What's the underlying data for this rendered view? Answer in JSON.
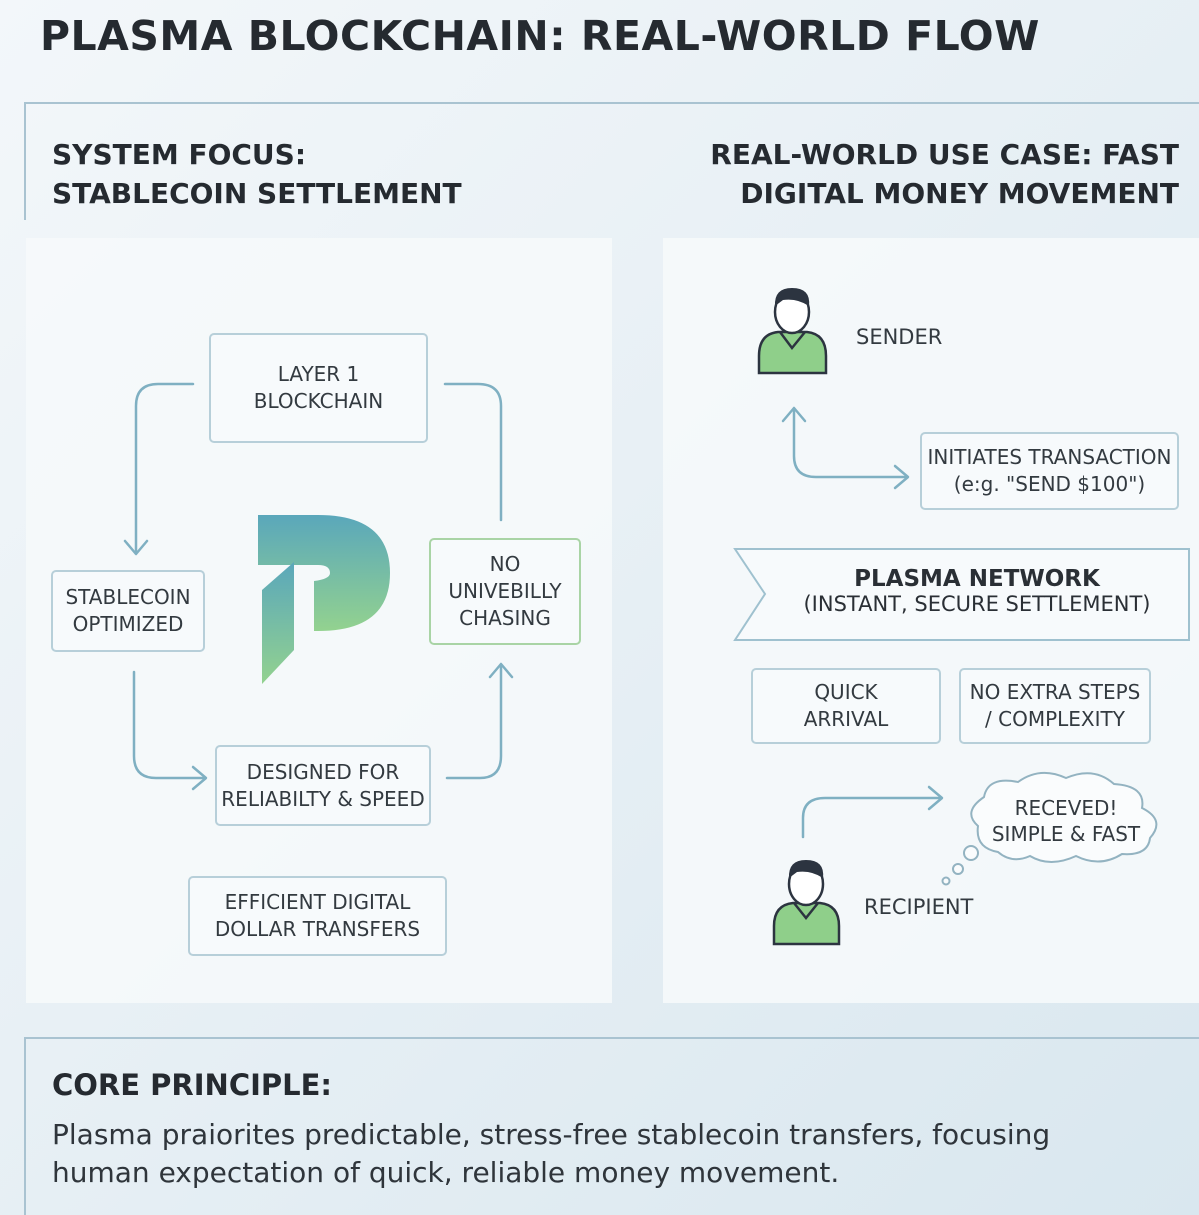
{
  "title": "PLASMA BLOCKCHAIN: REAL-WORLD FLOW",
  "left_section": {
    "heading": [
      "SYSTEM FOCUS:",
      "STABLECOIN SETTLEMENT"
    ],
    "boxes": {
      "layer1": [
        "LAYER 1",
        "BLOCKCHAIN"
      ],
      "stablecoin": [
        "STABLECOIN",
        "OPTIMIZED"
      ],
      "no_chasing": [
        "NO",
        "UNIVEBILLY",
        "CHASING"
      ],
      "designed": [
        "DESIGNED FOR",
        "RELIABILTY & SPEED"
      ],
      "efficient": [
        "EFFICIENT DIGITAL",
        "DOLLAR TRANSFERS"
      ]
    },
    "colors": {
      "logo_top": "#5aa7bb",
      "logo_bottom": "#8fd08f",
      "green_border": "#a9d4a5"
    }
  },
  "right_section": {
    "heading": [
      "REAL-WORLD USE CASE: FAST",
      "DIGITAL MONEY MOVEMENT"
    ],
    "sender_label": "SENDER",
    "initiates": [
      "INITIATES TRANSACTION",
      "(e:g. \"SEND $100\")"
    ],
    "network_title": "PLASMA NETWORK",
    "network_sub": "(INSTANT, SECURE SETTLEMENT)",
    "quick": [
      "QUICK",
      "ARRIVAL"
    ],
    "no_extra": [
      "NO EXTRA STEPS",
      "/ COMPLEXITY"
    ],
    "cloud": [
      "RECEVED!",
      "SIMPLE & FAST"
    ],
    "recipient_label": "RECIPIENT",
    "colors": {
      "person_body": "#8fcf8a",
      "person_hair": "#2c3440"
    }
  },
  "core": {
    "title": "CORE PRINCIPLE:",
    "text": [
      "Plasma praiorites predictable, stress-free stablecoin transfers, focusing",
      "human expectation of quick, reliable money movement."
    ]
  }
}
